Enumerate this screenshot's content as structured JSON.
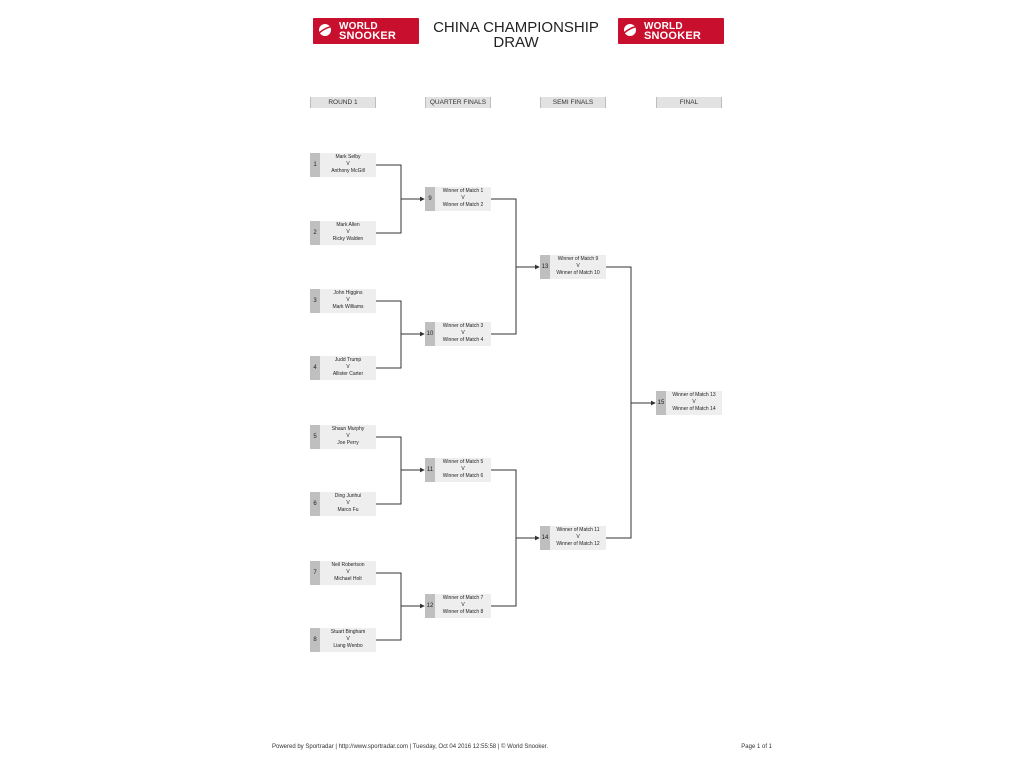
{
  "logo": {
    "line1": "WORLD",
    "line2": "SNOOKER",
    "color": "#c8102e"
  },
  "title": {
    "line1": "CHINA CHAMPIONSHIP",
    "line2": "DRAW"
  },
  "rounds": [
    "ROUND 1",
    "QUARTER FINALS",
    "SEMI FINALS",
    "FINAL"
  ],
  "matches": {
    "round1": [
      {
        "num": "1",
        "top": "Mark Selby",
        "vs": "V",
        "bottom": "Anthony McGill"
      },
      {
        "num": "2",
        "top": "Mark Allen",
        "vs": "V",
        "bottom": "Ricky Walden"
      },
      {
        "num": "3",
        "top": "John Higgins",
        "vs": "V",
        "bottom": "Mark Williams"
      },
      {
        "num": "4",
        "top": "Judd Trump",
        "vs": "V",
        "bottom": "Allister Carter"
      },
      {
        "num": "5",
        "top": "Shaun Murphy",
        "vs": "V",
        "bottom": "Joe Perry"
      },
      {
        "num": "6",
        "top": "Ding Junhui",
        "vs": "V",
        "bottom": "Marco Fu"
      },
      {
        "num": "7",
        "top": "Neil Robertson",
        "vs": "V",
        "bottom": "Michael Holt"
      },
      {
        "num": "8",
        "top": "Stuart Bingham",
        "vs": "V",
        "bottom": "Liang Wenbo"
      }
    ],
    "quarters": [
      {
        "num": "9",
        "top": "Winner of Match 1",
        "vs": "V",
        "bottom": "Winner of Match 2"
      },
      {
        "num": "10",
        "top": "Winner of Match 3",
        "vs": "V",
        "bottom": "Winner of Match 4"
      },
      {
        "num": "11",
        "top": "Winner of Match 5",
        "vs": "V",
        "bottom": "Winner of Match 6"
      },
      {
        "num": "12",
        "top": "Winner of Match 7",
        "vs": "V",
        "bottom": "Winner of Match 8"
      }
    ],
    "semis": [
      {
        "num": "13",
        "top": "Winner of Match 9",
        "vs": "V",
        "bottom": "Winner of Match 10"
      },
      {
        "num": "14",
        "top": "Winner of Match 11",
        "vs": "V",
        "bottom": "Winner of Match 12"
      }
    ],
    "final": [
      {
        "num": "15",
        "top": "Winner of Match 13",
        "vs": "V",
        "bottom": "Winner of Match 14"
      }
    ]
  },
  "footer": {
    "left": "Powered by Sportradar | http://www.sportradar.com | Tuesday, Oct 04 2016 12:55:58 | © World Snooker.",
    "right": "Page 1 of 1"
  }
}
